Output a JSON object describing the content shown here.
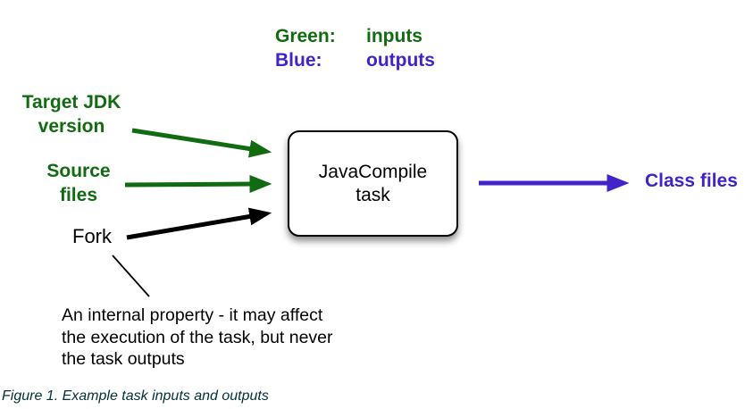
{
  "legend": {
    "rows": [
      {
        "label": "Green:",
        "value": "inputs"
      },
      {
        "label": "Blue:",
        "value": "outputs"
      }
    ]
  },
  "nodes": {
    "target_jdk": "Target JDK\nversion",
    "source_files": "Source\nfiles",
    "fork": "Fork",
    "task": "JavaCompile\ntask",
    "class_files": "Class files"
  },
  "edges": [
    {
      "from": "target_jdk",
      "to": "task",
      "type": "input",
      "color": "green"
    },
    {
      "from": "source_files",
      "to": "task",
      "type": "input",
      "color": "green"
    },
    {
      "from": "fork",
      "to": "task",
      "type": "internal",
      "color": "black"
    },
    {
      "from": "task",
      "to": "class_files",
      "type": "output",
      "color": "blue"
    }
  ],
  "annotation": "An internal property - it may affect\nthe execution of the task, but never\nthe task outputs",
  "caption": "Figure 1. Example task inputs and outputs",
  "colors": {
    "input_green": "#116b10",
    "output_blue": "#4123c8",
    "arrow_black": "#000000",
    "caption_color": "#02303a"
  }
}
